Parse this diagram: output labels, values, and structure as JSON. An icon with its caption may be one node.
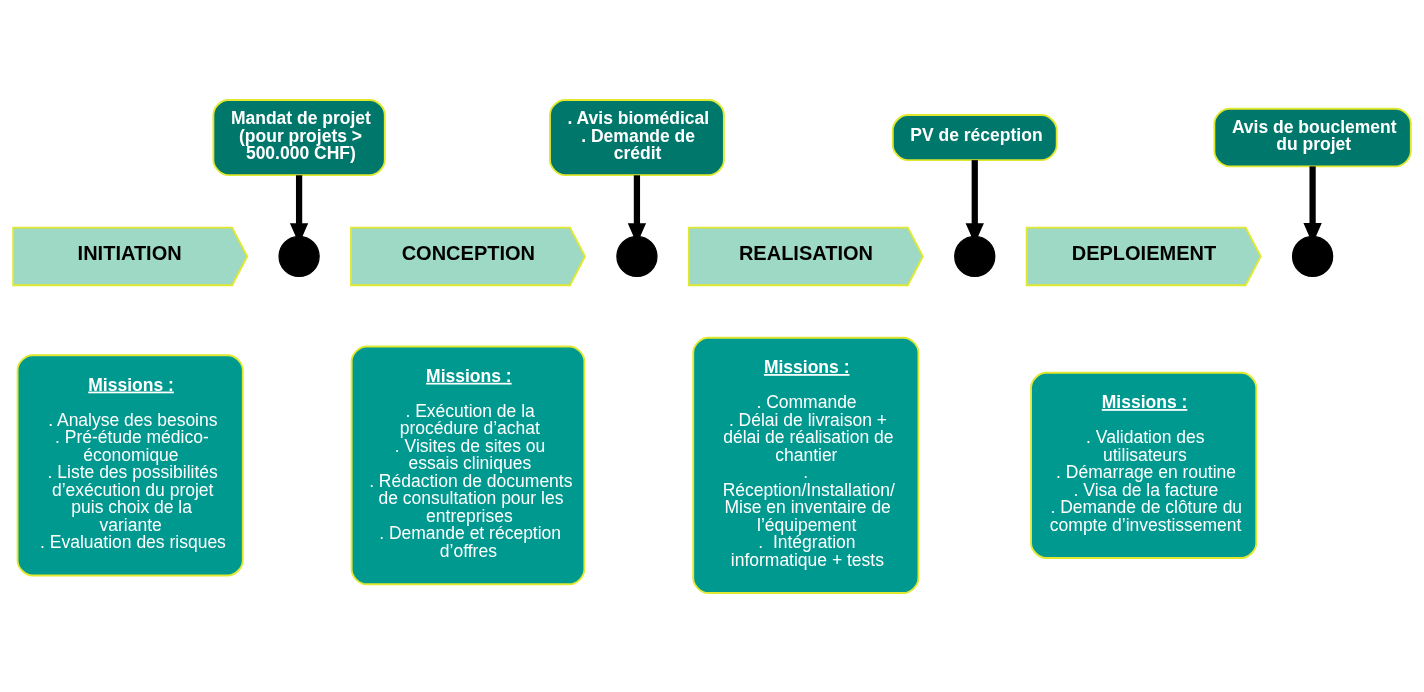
{
  "diagram": {
    "nodes": [
      {
        "text": [
          "Mandat de projet (pour projets > 500.000 CHF)"
        ]
      },
      {
        "text": [
          ". Avis biomédical",
          ". Demande de crédit"
        ]
      },
      {
        "text": [
          "PV de réception"
        ]
      },
      {
        "text": [
          "Avis de bouclement du projet"
        ]
      },
      {
        "text": [
          "INITIATION"
        ]
      },
      {
        "text": [],
        "shape": "circle"
      },
      {
        "text": [
          "CONCEPTION"
        ]
      },
      {
        "text": [],
        "shape": "circle"
      },
      {
        "text": [
          "REALISATION"
        ]
      },
      {
        "text": [],
        "shape": "circle"
      },
      {
        "text": [
          "DEPLOIEMENT"
        ]
      },
      {
        "text": [],
        "shape": "circle"
      },
      {
        "text": [
          "Missions :",
          ". Analyse des besoins",
          ". Pré-étude médico-économique",
          ". Liste des possibilités d’exécution du projet puis choix de la variante",
          ". Evaluation des risques"
        ]
      },
      {
        "text": [
          "Missions :",
          ". Exécution de la procédure d’achat",
          ". Visites de sites ou essais cliniques",
          ". Rédaction de documents de consultation pour les entreprises",
          ". Demande et réception d’offres"
        ]
      },
      {
        "text": [
          "Missions :",
          ". Commande",
          ". Délai de livraison + délai de réalisation de chantier",
          ". Réception/Installation/ Mise en inventaire de l’équipement",
          ".  Intégration informatique + tests"
        ]
      },
      {
        "text": [
          "Missions :",
          ". Validation des utilisateurs",
          ". Démarrage en routine",
          ". Visa de la facture",
          ". Demande de clôture du compte d’investissement"
        ]
      }
    ],
    "edges": [
      {
        "from": 0,
        "to": 5,
        "arrow": "to"
      },
      {
        "from": 1,
        "to": 7,
        "arrow": "to"
      },
      {
        "from": 2,
        "to": 9,
        "arrow": "to"
      },
      {
        "from": 3,
        "to": 11,
        "arrow": "to"
      }
    ]
  }
}
